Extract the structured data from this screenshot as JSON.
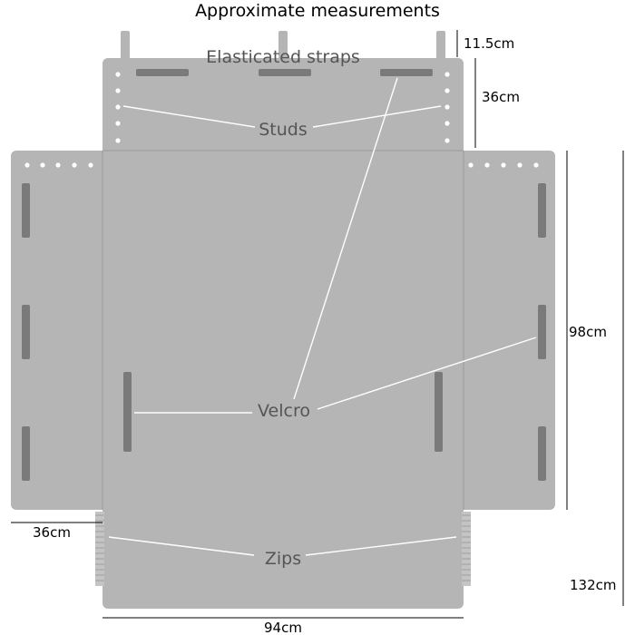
{
  "title": "Approximate measurements",
  "labels": {
    "straps": "Elasticated straps",
    "studs": "Studs",
    "velcro": "Velcro",
    "zips": "Zips"
  },
  "measurements": {
    "strap_length": "11.5cm",
    "top_flap": "36cm",
    "side_height": "98cm",
    "total_length": "132cm",
    "side_flap_width": "36cm",
    "width": "94cm"
  },
  "colors": {
    "fabric": "#b5b5b5",
    "velcro": "#7a7a7a",
    "leader_lines": "#ffffff",
    "label_text": "#555555"
  }
}
